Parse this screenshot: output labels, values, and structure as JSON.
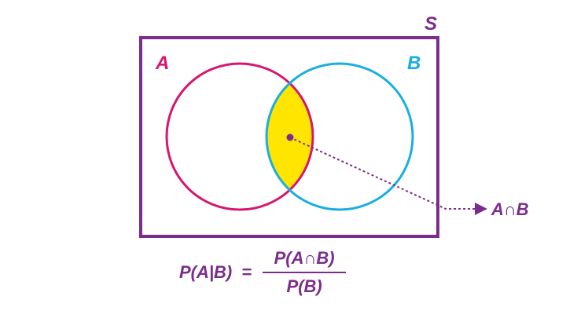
{
  "diagram": {
    "sample_space_label": "S",
    "set_a_label": "A",
    "set_b_label": "B",
    "intersection_label": "A∩B",
    "colors": {
      "frame": "#7b2d8b",
      "set_a": "#d6166f",
      "set_b": "#19aee0",
      "intersection_fill": "#ffe500",
      "pointer": "#7b2d8b"
    }
  },
  "formula": {
    "lhs": "P(A|B)",
    "equals": "=",
    "numerator": "P(A∩B)",
    "denominator": "P(B)"
  }
}
